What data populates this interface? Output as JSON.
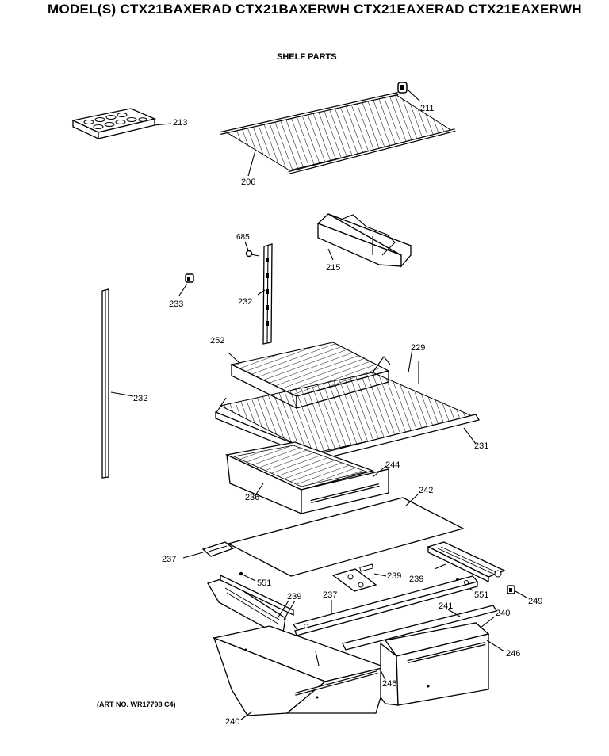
{
  "header": {
    "title": "MODEL(S) CTX21BAXERAD  CTX21BAXERWH  CTX21EAXERAD  CTX21EAXERWH",
    "section": "SHELF PARTS"
  },
  "footer": {
    "art_no": "(ART NO. WR17798 C4)"
  },
  "part_labels": [
    {
      "id": "213",
      "text": "213"
    },
    {
      "id": "211",
      "text": "211"
    },
    {
      "id": "206",
      "text": "206"
    },
    {
      "id": "685",
      "text": "685"
    },
    {
      "id": "215",
      "text": "215"
    },
    {
      "id": "233",
      "text": "233"
    },
    {
      "id": "232a",
      "text": "232"
    },
    {
      "id": "232b",
      "text": "232"
    },
    {
      "id": "252",
      "text": "252"
    },
    {
      "id": "229",
      "text": "229"
    },
    {
      "id": "231",
      "text": "231"
    },
    {
      "id": "244",
      "text": "244"
    },
    {
      "id": "242",
      "text": "242"
    },
    {
      "id": "236",
      "text": "236"
    },
    {
      "id": "237a",
      "text": "237"
    },
    {
      "id": "551a",
      "text": "551"
    },
    {
      "id": "239a",
      "text": "239"
    },
    {
      "id": "239b",
      "text": "239"
    },
    {
      "id": "239c",
      "text": "239"
    },
    {
      "id": "237b",
      "text": "237"
    },
    {
      "id": "551b",
      "text": "551"
    },
    {
      "id": "249",
      "text": "249"
    },
    {
      "id": "241",
      "text": "241"
    },
    {
      "id": "240a",
      "text": "240"
    },
    {
      "id": "246a",
      "text": "246"
    },
    {
      "id": "246b",
      "text": "246"
    },
    {
      "id": "240b",
      "text": "240"
    }
  ]
}
